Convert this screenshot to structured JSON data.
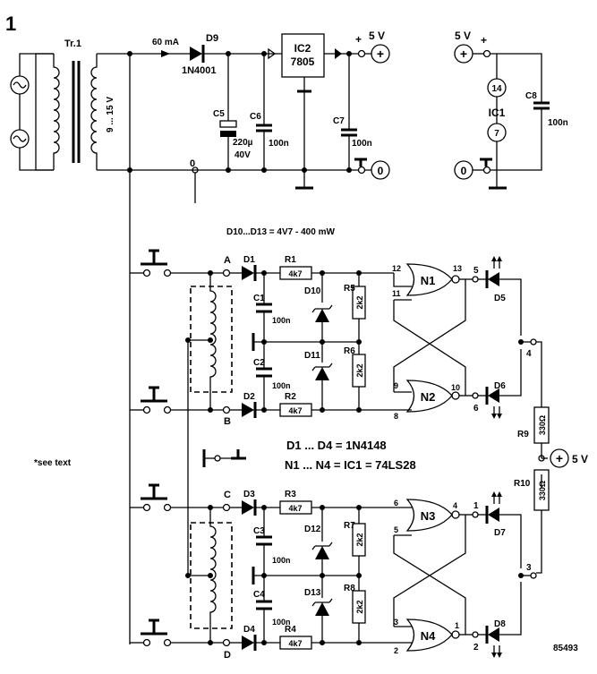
{
  "figure": {
    "number": "1",
    "code": "85493",
    "note": "*see text"
  },
  "transformer": {
    "ref": "Tr.1",
    "voltage": "9 ... 15 V"
  },
  "power_supply": {
    "current": "60 mA",
    "d9": {
      "ref": "D9",
      "part": "1N4001"
    },
    "ic2": {
      "ref": "IC2",
      "part": "7805"
    },
    "c5": {
      "ref": "C5",
      "value": "220µ",
      "rating": "40V"
    },
    "c6": {
      "ref": "C6",
      "value": "100n"
    },
    "c7": {
      "ref": "C7",
      "value": "100n"
    },
    "out_plus": "+",
    "out_voltage": "5 V",
    "ground": "0"
  },
  "ic1_supply": {
    "voltage": "5 V",
    "plus": "+",
    "pin_vcc": "14",
    "ref": "IC1",
    "pin_gnd": "7",
    "c8": {
      "ref": "C8",
      "value": "100n"
    },
    "ground": "0"
  },
  "zener_note": "D10...D13 = 4V7 - 400 mW",
  "parts_note": {
    "diodes": "D1 ... D4 = 1N4148",
    "gates": "N1 ... N4 = IC1 = 74LS28"
  },
  "vcc_label": "5 V",
  "inputs": [
    "A",
    "B",
    "C",
    "D"
  ],
  "diodes": [
    "D1",
    "D2",
    "D3",
    "D4"
  ],
  "resistors": [
    {
      "ref": "R1",
      "value": "4k7"
    },
    {
      "ref": "R2",
      "value": "4k7"
    },
    {
      "ref": "R3",
      "value": "4k7"
    },
    {
      "ref": "R4",
      "value": "4k7"
    }
  ],
  "pulldowns": [
    {
      "ref": "R5",
      "value": "2k2"
    },
    {
      "ref": "R6",
      "value": "2k2"
    },
    {
      "ref": "R7",
      "value": "2k2"
    },
    {
      "ref": "R8",
      "value": "2k2"
    }
  ],
  "capacitors": [
    {
      "ref": "C1",
      "value": "100n"
    },
    {
      "ref": "C2",
      "value": "100n"
    },
    {
      "ref": "C3",
      "value": "100n"
    },
    {
      "ref": "C4",
      "value": "100n"
    }
  ],
  "zeners": [
    "D10",
    "D11",
    "D12",
    "D13"
  ],
  "gates": [
    {
      "ref": "N1",
      "in_a": "12",
      "in_b": "11",
      "out": "13",
      "node": "5"
    },
    {
      "ref": "N2",
      "in_a": "9",
      "in_b": "8",
      "out": "10",
      "node": "6"
    },
    {
      "ref": "N3",
      "in_a": "6",
      "in_b": "5",
      "out": "4",
      "node": "1"
    },
    {
      "ref": "N4",
      "in_a": "3",
      "in_b": "2",
      "out": "1",
      "node": "2"
    }
  ],
  "leds": [
    "D5",
    "D6",
    "D7",
    "D8"
  ],
  "led_resistors": [
    {
      "ref": "R9",
      "value": "330Ω"
    },
    {
      "ref": "R10",
      "value": "330Ω"
    }
  ],
  "common_nodes": {
    "top": "4",
    "bottom": "3"
  }
}
